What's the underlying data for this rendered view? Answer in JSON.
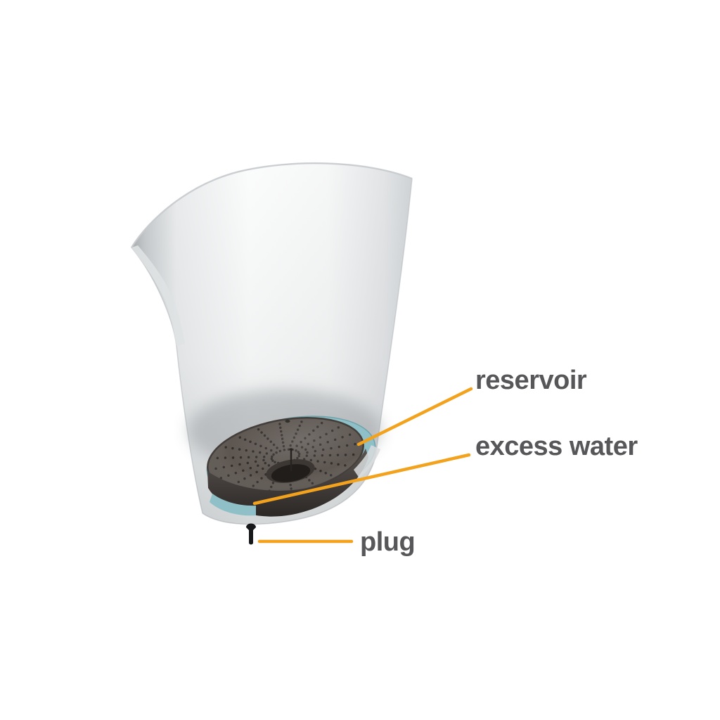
{
  "diagram": {
    "labels": [
      {
        "id": "reservoir",
        "text": "reservoir"
      },
      {
        "id": "excess-water",
        "text": "excess water"
      },
      {
        "id": "plug",
        "text": "plug"
      }
    ],
    "colors": {
      "accent": "#F2A21D",
      "label_text": "#57575A",
      "water": "#8FC0C7",
      "plate": "#5D5651",
      "cavity_dark": "#332F2C",
      "plug": "#17181A",
      "background": "#FFFFFF"
    }
  }
}
